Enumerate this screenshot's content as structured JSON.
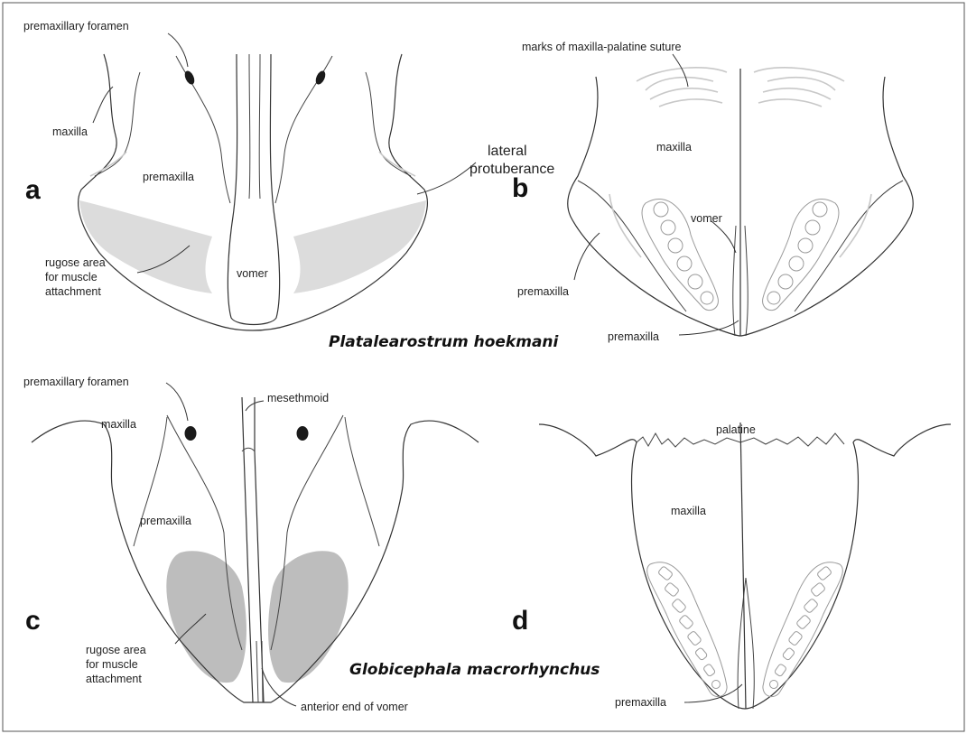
{
  "panels": {
    "a": {
      "letter": "a",
      "labels": {
        "premaxillary_foramen": "premaxillary foramen",
        "maxilla": "maxilla",
        "premaxilla": "premaxilla",
        "lateral_protuberance_1": "lateral",
        "lateral_protuberance_2": "protuberance",
        "rugose_1": "rugose area",
        "rugose_2": "for muscle",
        "rugose_3": "attachment",
        "vomer": "vomer"
      }
    },
    "b": {
      "letter": "b",
      "labels": {
        "suture": "marks of maxilla-palatine suture",
        "maxilla": "maxilla",
        "vomer": "vomer",
        "premaxilla_left": "premaxilla",
        "premaxilla_bottom": "premaxilla"
      }
    },
    "c": {
      "letter": "c",
      "labels": {
        "premaxillary_foramen": "premaxillary foramen",
        "maxilla": "maxilla",
        "mesethmoid": "mesethmoid",
        "premaxilla": "premaxilla",
        "rugose_1": "rugose area",
        "rugose_2": "for muscle",
        "rugose_3": "attachment",
        "anterior_vomer": "anterior end of vomer"
      }
    },
    "d": {
      "letter": "d",
      "labels": {
        "palatine": "palatine",
        "maxilla": "maxilla",
        "premaxilla": "premaxilla"
      }
    }
  },
  "species": {
    "top": "Platalearostrum hoekmani",
    "bottom": "Globicephala macrorhynchus"
  }
}
